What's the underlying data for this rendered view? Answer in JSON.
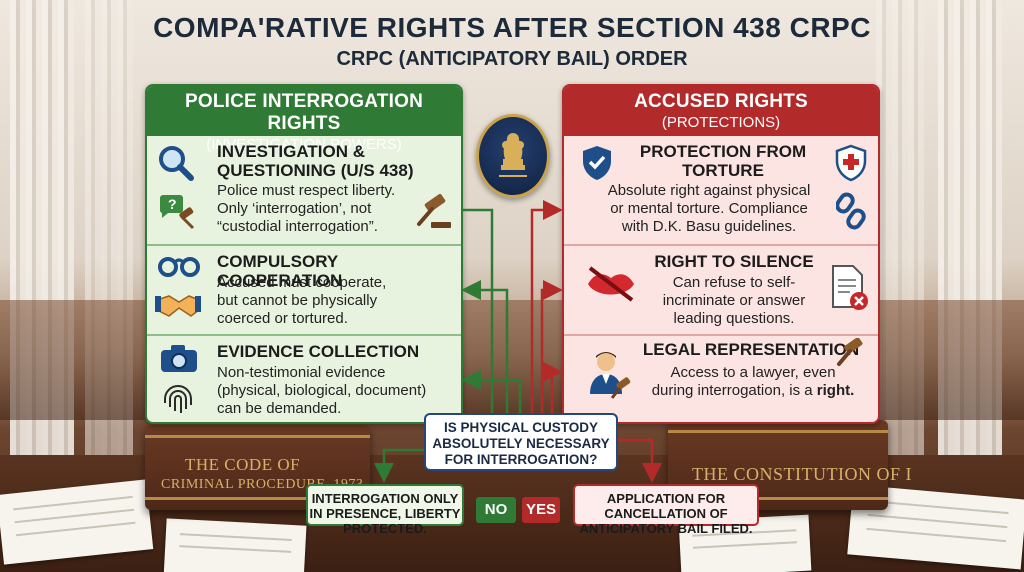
{
  "title": "COMPA'RATIVE RIGHTS AFTER SECTION 438 CRPC",
  "subtitle": "CRPC (ANTICIPATORY BAIL) ORDER",
  "left_panel": {
    "header": "POLICE INTERROGATION RIGHTS",
    "subheader": "(INVESTIGATION POWERS)",
    "items": [
      {
        "title_line1": "INVESTIGATION &",
        "title_line2": "QUESTIONING (U/S 438)",
        "text_line1": "Police must respect liberty.",
        "text_line2": "Only ‘interrogation’, not",
        "text_line3": "“custodial interrogation”."
      },
      {
        "title": "COMPULSORY COOPERATION",
        "text_line1": "Accused must cooperate,",
        "text_line2": "but cannot be physically",
        "text_line3": "coerced or tortured."
      },
      {
        "title": "EVIDENCE COLLECTION",
        "text_line1": "Non-testimonial evidence",
        "text_line2": "(physical, biological, document)",
        "text_line3": "can be demanded."
      }
    ]
  },
  "right_panel": {
    "header": "ACCUSED RIGHTS",
    "subheader": "(PROTECTIONS)",
    "items": [
      {
        "title_line1": "PROTECTION FROM",
        "title_line2": "TORTURE",
        "text_line1": "Absolute right against physical",
        "text_line2": "or mental torture. Compliance",
        "text_line3": "with D.K. Basu guidelines."
      },
      {
        "title": "RIGHT TO SILENCE",
        "text_line1": "Can refuse to self-",
        "text_line2": "incriminate or answer",
        "text_line3": "leading questions."
      },
      {
        "title": "LEGAL REPRESENTATION",
        "text_line1": "Access to a lawyer, even",
        "text_line2": "during interrogation, is a",
        "text_line2_emph": "right."
      }
    ]
  },
  "decision": {
    "line1": "IS PHYSICAL CUSTODY",
    "line2": "ABSOLUTELY NECESSARY",
    "line3": "FOR INTERROGATION?"
  },
  "outcome_no": {
    "tag": "NO",
    "line1": "INTERROGATION ONLY",
    "line2": "IN PRESENCE, LIBERTY",
    "line3": "PROTECTED."
  },
  "outcome_yes": {
    "tag": "YES",
    "line1": "APPLICATION FOR",
    "line2": "CANCELLATION OF",
    "line3": "ANTICIPATORY BAIL FILED."
  },
  "books": {
    "left_line1": "THE CODE OF",
    "left_line2": "CRIMINAL PROCEDURE, 1973",
    "right": "THE CONSTITUTION OF I"
  },
  "colors": {
    "police_green": "#2f7a35",
    "accused_red": "#b32a2a",
    "navy": "#1d2a3a"
  },
  "icons": [
    "magnifier-icon",
    "question-gavel-icon",
    "gavel-icon",
    "handcuffs-icon",
    "handshake-icon",
    "camera-icon",
    "fingerprint-icon",
    "shield-check-icon",
    "shield-cross-icon",
    "broken-chain-icon",
    "crossed-lips-icon",
    "document-x-icon",
    "lawyer-gavel-icon",
    "gavel-icon",
    "national-emblem-icon"
  ]
}
